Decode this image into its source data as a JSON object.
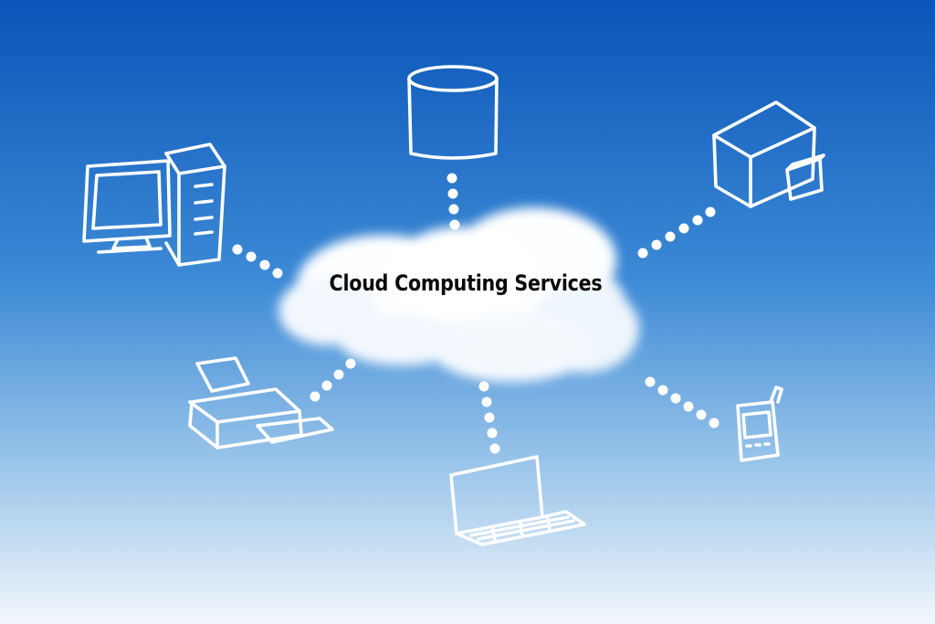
{
  "title": "Cloud Computing Services",
  "colors": {
    "sky_top": "#0a55b8",
    "sky_mid": "#3d8ad6",
    "sky_bottom": "#f2f7fc",
    "sketch": "#ffffff",
    "title_text": "#0a0a0a"
  },
  "nodes": [
    {
      "name": "database",
      "icon": "database-cylinder-icon"
    },
    {
      "name": "server",
      "icon": "server-box-icon"
    },
    {
      "name": "desktop-computer",
      "icon": "desktop-computer-icon"
    },
    {
      "name": "printer",
      "icon": "printer-icon"
    },
    {
      "name": "laptop",
      "icon": "laptop-icon"
    },
    {
      "name": "mobile-phone",
      "icon": "mobile-phone-icon"
    }
  ]
}
